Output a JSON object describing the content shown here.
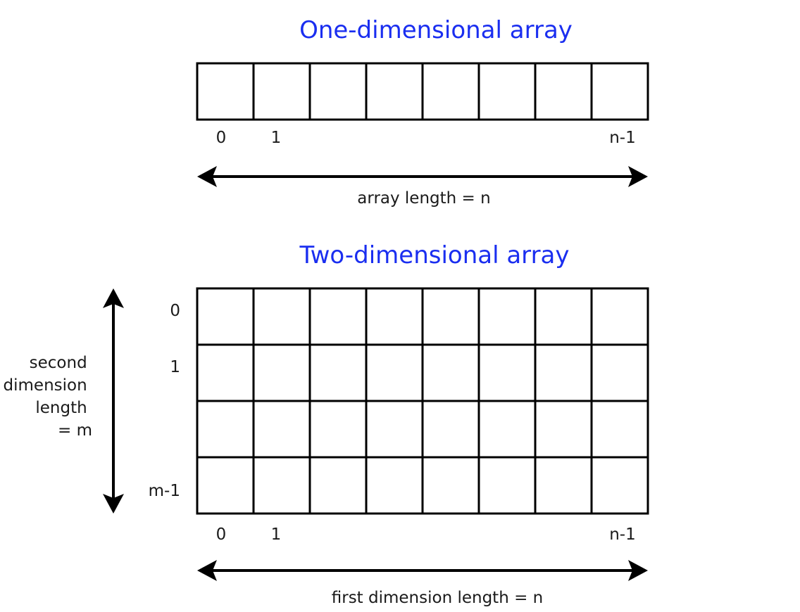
{
  "one_d": {
    "title": "One-dimensional array",
    "cell_count": 8,
    "index_first": "0",
    "index_second": "1",
    "index_last": "n-1",
    "length_label": "array length = n"
  },
  "two_d": {
    "title": "Two-dimensional array",
    "columns": 8,
    "rows": 4,
    "row_index_first": "0",
    "row_index_second": "1",
    "row_index_last": "m-1",
    "col_index_first": "0",
    "col_index_second": "1",
    "col_index_last": "n-1",
    "first_dimension_label": "first dimension length = n",
    "second_dimension_label": [
      "second",
      "dimension",
      "length",
      "= m"
    ]
  },
  "colors": {
    "title": "#1a2ef0",
    "grid": "#000000",
    "text": "#1a1a1a"
  }
}
